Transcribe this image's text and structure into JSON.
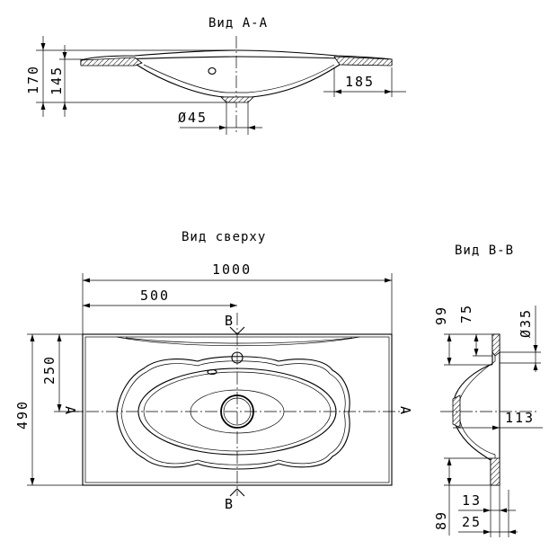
{
  "views": {
    "section_aa": {
      "title": "Вид А-А"
    },
    "top": {
      "title": "Вид сверху",
      "cut_label_b": "B",
      "cut_label_a": "A"
    },
    "section_bb": {
      "title": "Вид В-В"
    }
  },
  "dimensions": {
    "aa_height_total": "170",
    "aa_height_bowl": "145",
    "aa_rim_width": "185",
    "aa_drain_diameter": "Ø45",
    "top_width": "1000",
    "top_center": "500",
    "top_depth": "490",
    "top_tap_offset": "250",
    "bb_99": "99",
    "bb_75": "75",
    "bb_tap_diameter": "Ø35",
    "bb_113": "113",
    "bb_89": "89",
    "bb_13": "13",
    "bb_25": "25"
  }
}
